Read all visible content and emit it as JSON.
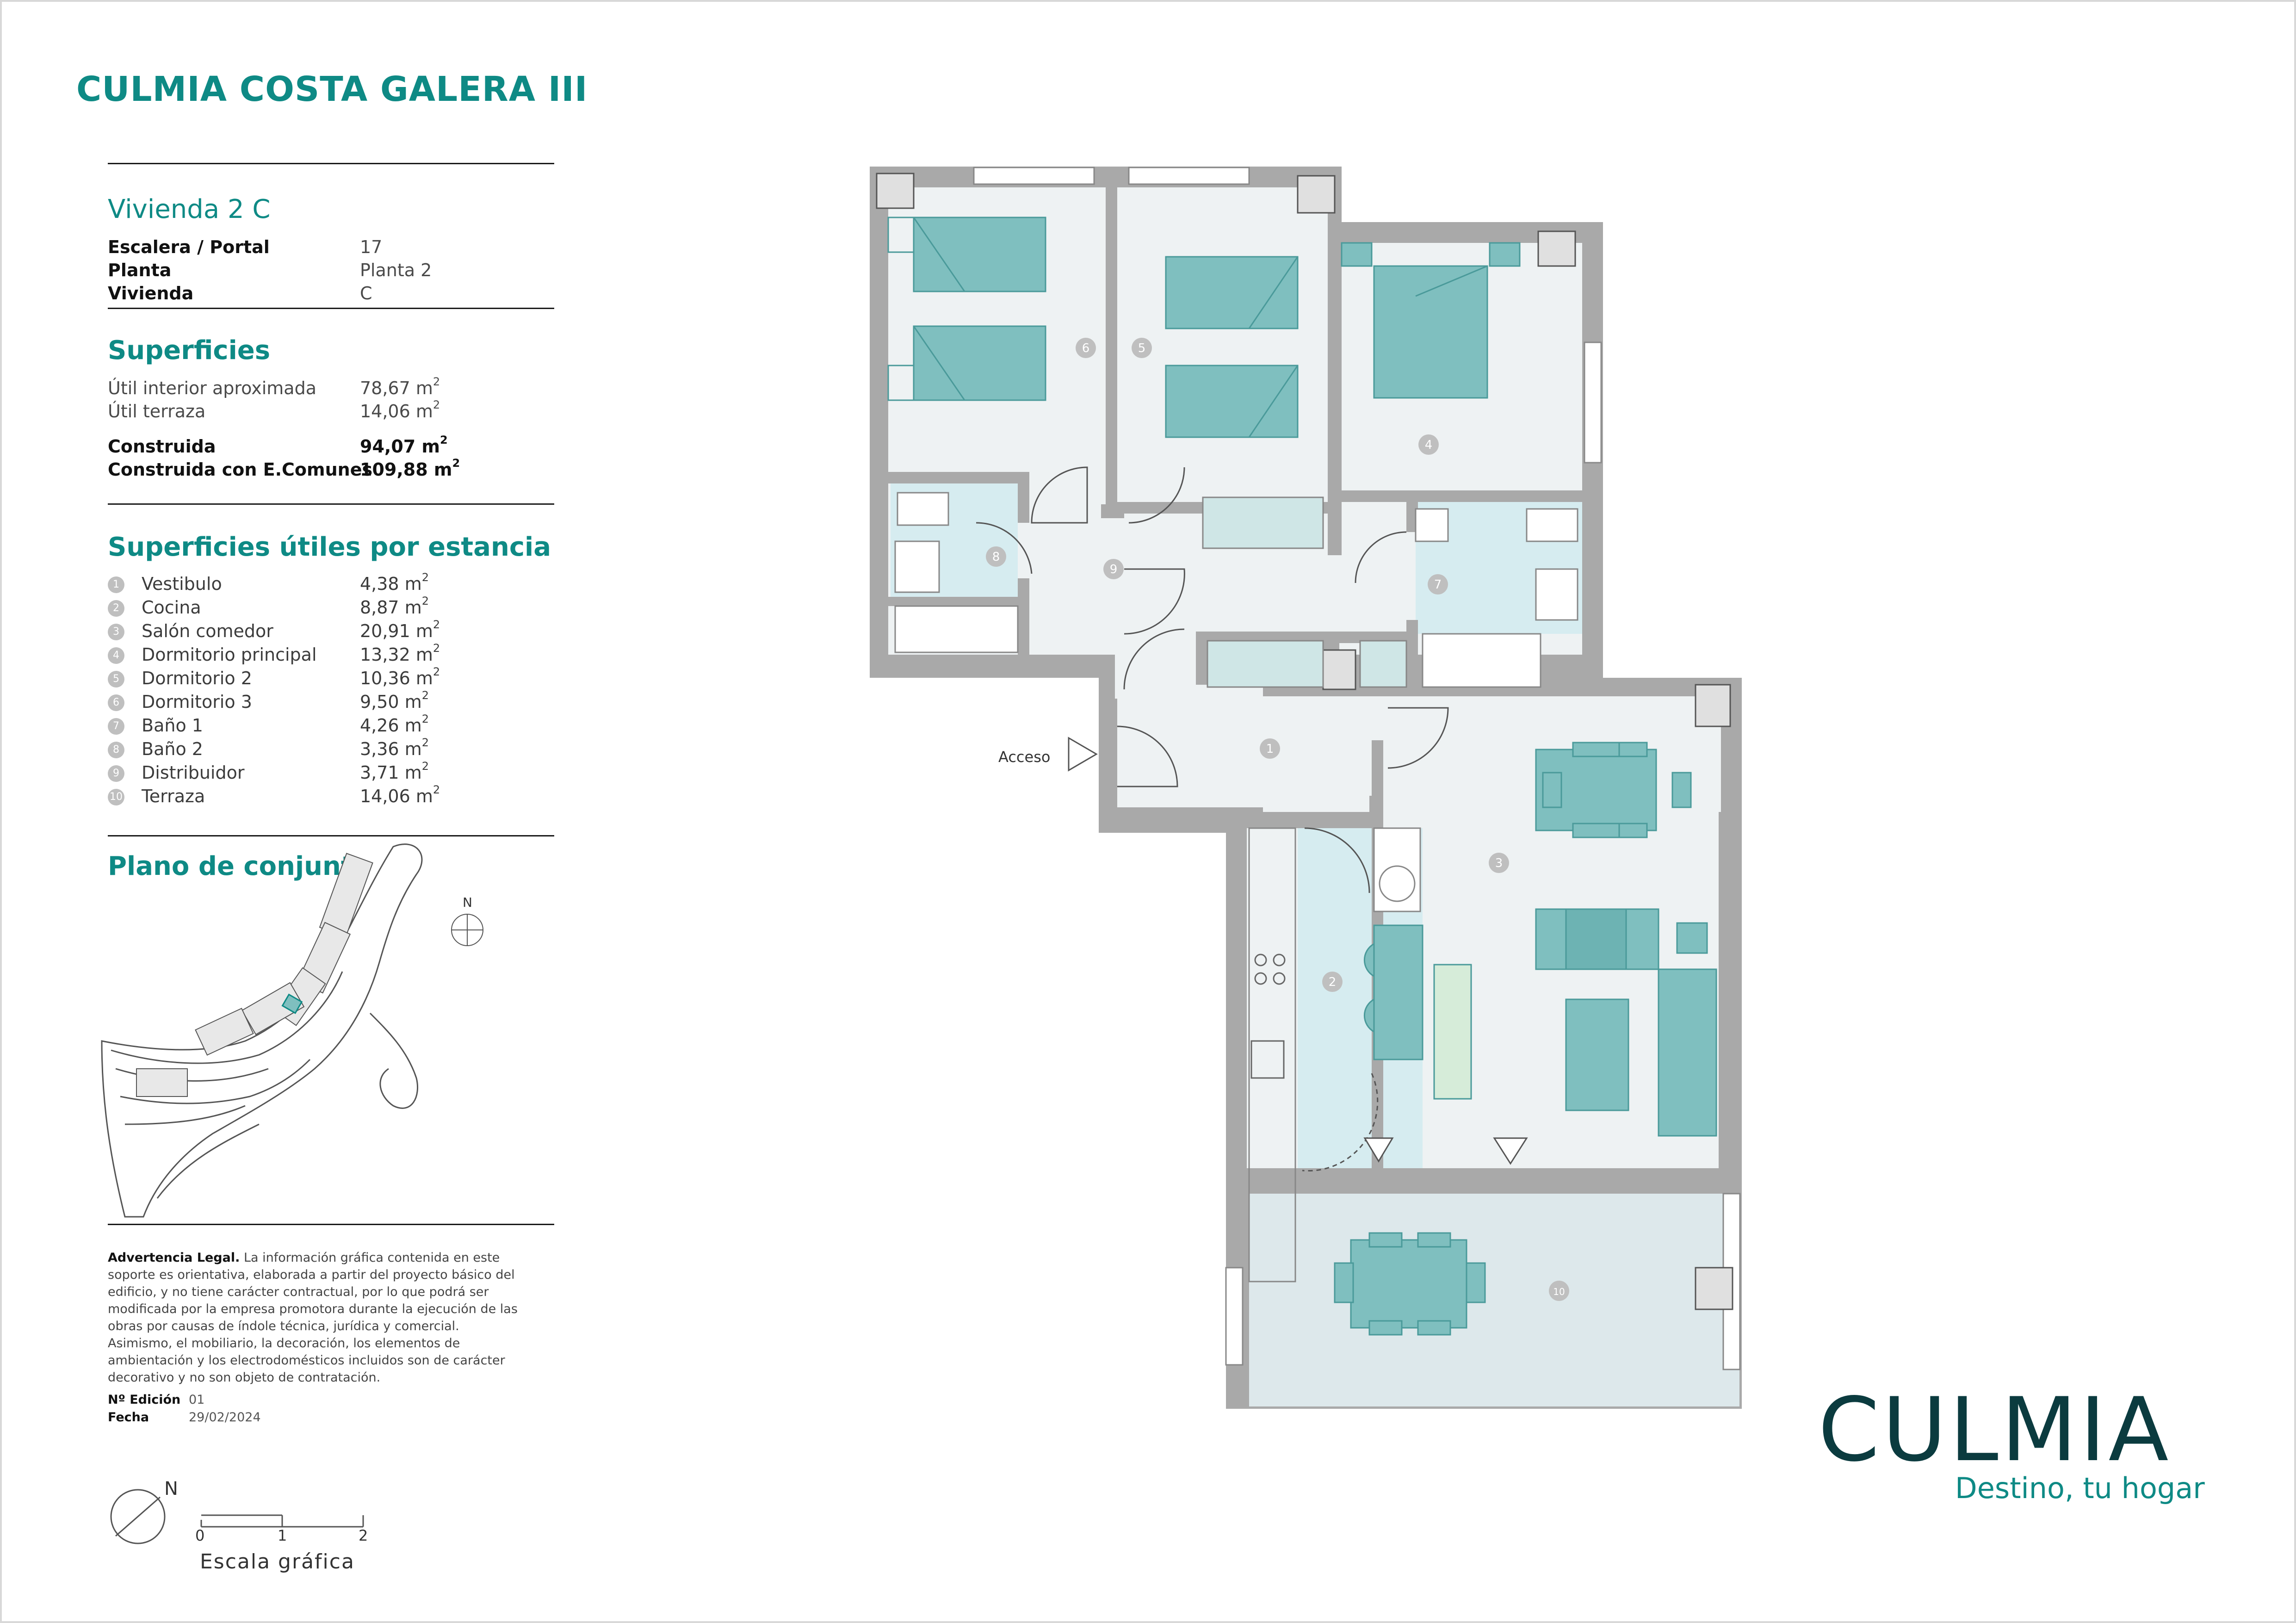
{
  "header": {
    "project_title": "CULMIA COSTA GALERA III"
  },
  "unit": {
    "title": "Vivienda 2 C",
    "rows": [
      {
        "label": "Escalera / Portal",
        "value": "17"
      },
      {
        "label": "Planta",
        "value": "Planta 2"
      },
      {
        "label": "Vivienda",
        "value": "C"
      }
    ]
  },
  "surfaces": {
    "title": "Superficies",
    "rows": [
      {
        "label": "Útil interior aproximada",
        "value": "78,67 m",
        "sup": "2"
      },
      {
        "label": "Útil terraza",
        "value": "14,06 m",
        "sup": "2"
      }
    ],
    "built": [
      {
        "label": "Construida",
        "value": "94,07 m",
        "sup": "2"
      },
      {
        "label": "Construida con E.Comunes",
        "value": "109,88 m",
        "sup": "2"
      }
    ]
  },
  "rooms": {
    "title": "Superficies útiles por estancia",
    "items": [
      {
        "num": "1",
        "label": "Vestibulo",
        "value": "4,38 m",
        "sup": "2"
      },
      {
        "num": "2",
        "label": "Cocina",
        "value": "8,87 m",
        "sup": "2"
      },
      {
        "num": "3",
        "label": "Salón comedor",
        "value": "20,91 m",
        "sup": "2"
      },
      {
        "num": "4",
        "label": "Dormitorio principal",
        "value": "13,32 m",
        "sup": "2"
      },
      {
        "num": "5",
        "label": "Dormitorio 2",
        "value": "10,36 m",
        "sup": "2"
      },
      {
        "num": "6",
        "label": "Dormitorio 3",
        "value": "9,50 m",
        "sup": "2"
      },
      {
        "num": "7",
        "label": "Baño 1",
        "value": "4,26 m",
        "sup": "2"
      },
      {
        "num": "8",
        "label": "Baño 2",
        "value": "3,36 m",
        "sup": "2"
      },
      {
        "num": "9",
        "label": "Distribuidor",
        "value": "3,71 m",
        "sup": "2"
      },
      {
        "num": "10",
        "label": "Terraza",
        "value": "14,06 m",
        "sup": "2"
      }
    ]
  },
  "site_plan": {
    "title": "Plano de conjunto",
    "north": "N"
  },
  "legal": {
    "heading": "Advertencia Legal.",
    "text": "La información gráfica contenida en este soporte es orientativa, elaborada a partir del proyecto básico del edificio, y no tiene carácter contractual, por lo que podrá ser modificada por la empresa promotora durante la ejecución de las obras por causas de índole técnica, jurídica y comercial. Asimismo, el mobiliario, la decoración, los elementos de ambientación y los electrodomésticos incluidos son de carácter decorativo y no son objeto de contratación."
  },
  "edition": {
    "rows": [
      {
        "label": "Nº Edición",
        "value": "01"
      },
      {
        "label": "Fecha",
        "value": "29/02/2024"
      }
    ]
  },
  "scale": {
    "north": "N",
    "ticks": [
      "0",
      "1",
      "2"
    ],
    "label": "Escala gráfica"
  },
  "floorplan": {
    "access_label": "Acceso",
    "room_markers": [
      "1",
      "2",
      "3",
      "4",
      "5",
      "6",
      "7",
      "8",
      "9",
      "10"
    ]
  },
  "brand": {
    "logo": "CULMIA",
    "tagline": "Destino, tu hogar"
  },
  "colors": {
    "teal": "#0e8a85",
    "furniture": "#7fbfbf",
    "bath": "#d6ecf0",
    "wall": "#a9a9a9",
    "floor": "#f0f3f4",
    "logo": "#0b3b3f"
  }
}
